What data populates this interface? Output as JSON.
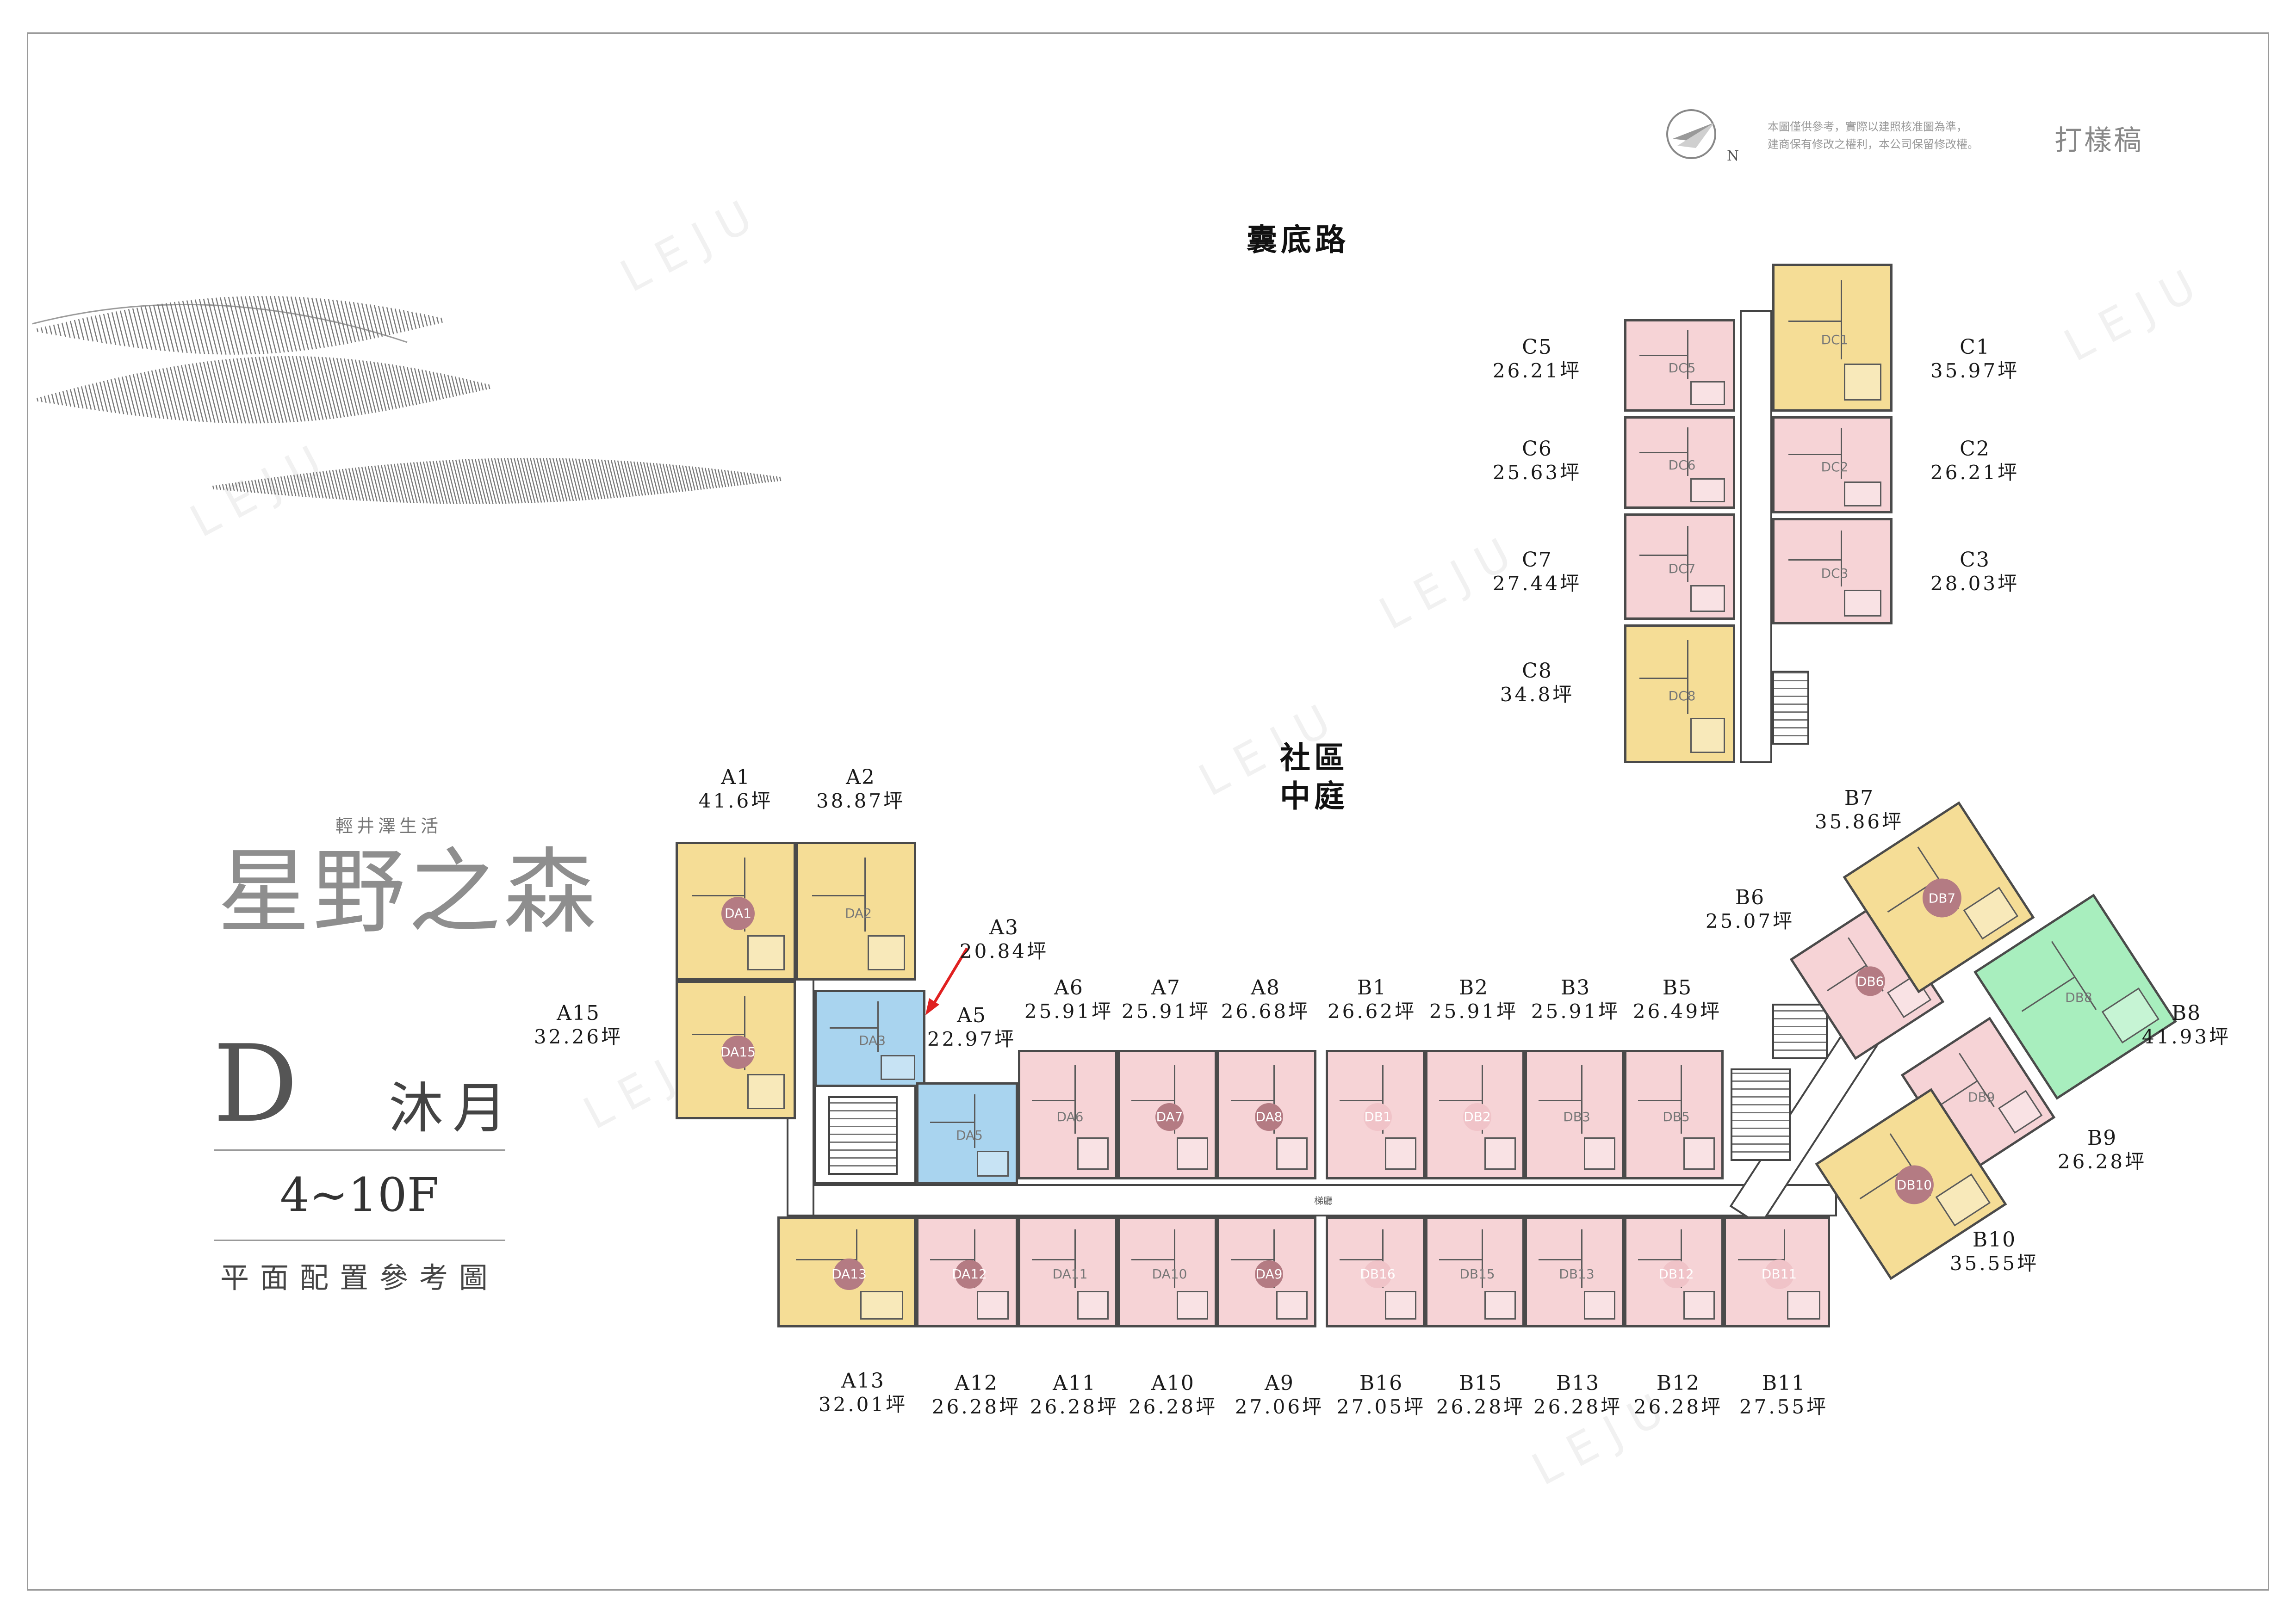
{
  "project": {
    "subtitle": "輕井澤生活",
    "name": "星野之森",
    "building_letter": "D",
    "building_name": "沐月",
    "floors": "4~10F",
    "plan_caption": "平面配置參考圖"
  },
  "disclaimer": {
    "line1": "本圖僅供參考，實際以建照核准圖為準，",
    "line2": "建商保有修改之權利，本公司保留修改權。",
    "stamp": "打樣稿",
    "north": "N"
  },
  "roads": {
    "top": "囊底路",
    "courtyard_line1": "社區",
    "courtyard_line2": "中庭"
  },
  "corridor_label": "梯廳",
  "watermark": "LEJU",
  "colors": {
    "pink": "#f6d3d6",
    "yellow": "#f5dd96",
    "blue": "#a9d4ef",
    "green": "#a8eebe",
    "badge_dark": "#b47b83",
    "badge_light": "#f0c3c8",
    "wall": "#444444"
  },
  "labels": [
    {
      "code": "A1",
      "area": "41.6坪"
    },
    {
      "code": "A2",
      "area": "38.87坪"
    },
    {
      "code": "A3",
      "area": "20.84坪"
    },
    {
      "code": "A5",
      "area": "22.97坪"
    },
    {
      "code": "A15",
      "area": "32.26坪"
    },
    {
      "code": "A6",
      "area": "25.91坪"
    },
    {
      "code": "A7",
      "area": "25.91坪"
    },
    {
      "code": "A8",
      "area": "26.68坪"
    },
    {
      "code": "B1",
      "area": "26.62坪"
    },
    {
      "code": "B2",
      "area": "25.91坪"
    },
    {
      "code": "B3",
      "area": "25.91坪"
    },
    {
      "code": "B5",
      "area": "26.49坪"
    },
    {
      "code": "B6",
      "area": "25.07坪"
    },
    {
      "code": "B7",
      "area": "35.86坪"
    },
    {
      "code": "B8",
      "area": "41.93坪"
    },
    {
      "code": "B9",
      "area": "26.28坪"
    },
    {
      "code": "B10",
      "area": "35.55坪"
    },
    {
      "code": "A13",
      "area": "32.01坪"
    },
    {
      "code": "A12",
      "area": "26.28坪"
    },
    {
      "code": "A11",
      "area": "26.28坪"
    },
    {
      "code": "A10",
      "area": "26.28坪"
    },
    {
      "code": "A9",
      "area": "27.06坪"
    },
    {
      "code": "B16",
      "area": "27.05坪"
    },
    {
      "code": "B15",
      "area": "26.28坪"
    },
    {
      "code": "B13",
      "area": "26.28坪"
    },
    {
      "code": "B12",
      "area": "26.28坪"
    },
    {
      "code": "B11",
      "area": "27.55坪"
    },
    {
      "code": "C1",
      "area": "35.97坪"
    },
    {
      "code": "C2",
      "area": "26.21坪"
    },
    {
      "code": "C3",
      "area": "28.03坪"
    },
    {
      "code": "C5",
      "area": "26.21坪"
    },
    {
      "code": "C6",
      "area": "25.63坪"
    },
    {
      "code": "C7",
      "area": "27.44坪"
    },
    {
      "code": "C8",
      "area": "34.8坪"
    }
  ],
  "units": [
    {
      "id": "DA1",
      "color": "yellow",
      "badge": "dark"
    },
    {
      "id": "DA2",
      "color": "yellow",
      "badge": "none"
    },
    {
      "id": "DA3",
      "color": "blue",
      "badge": "none"
    },
    {
      "id": "DA5",
      "color": "blue",
      "badge": "none"
    },
    {
      "id": "DA15",
      "color": "yellow",
      "badge": "dark"
    },
    {
      "id": "DA6",
      "color": "pink",
      "badge": "none"
    },
    {
      "id": "DA7",
      "color": "pink",
      "badge": "dark"
    },
    {
      "id": "DA8",
      "color": "pink",
      "badge": "dark"
    },
    {
      "id": "DB1",
      "color": "pink",
      "badge": "light"
    },
    {
      "id": "DB2",
      "color": "pink",
      "badge": "light"
    },
    {
      "id": "DB3",
      "color": "pink",
      "badge": "none"
    },
    {
      "id": "DB5",
      "color": "pink",
      "badge": "none"
    },
    {
      "id": "DA13",
      "color": "yellow",
      "badge": "dark"
    },
    {
      "id": "DA12",
      "color": "pink",
      "badge": "dark"
    },
    {
      "id": "DA11",
      "color": "pink",
      "badge": "none"
    },
    {
      "id": "DA10",
      "color": "pink",
      "badge": "none"
    },
    {
      "id": "DA9",
      "color": "pink",
      "badge": "dark"
    },
    {
      "id": "DB16",
      "color": "pink",
      "badge": "light"
    },
    {
      "id": "DB15",
      "color": "pink",
      "badge": "none"
    },
    {
      "id": "DB13",
      "color": "pink",
      "badge": "none"
    },
    {
      "id": "DB12",
      "color": "pink",
      "badge": "light"
    },
    {
      "id": "DB11",
      "color": "pink",
      "badge": "light"
    },
    {
      "id": "DB6",
      "color": "pink",
      "badge": "dark"
    },
    {
      "id": "DB7",
      "color": "yellow",
      "badge": "dark"
    },
    {
      "id": "DB8",
      "color": "green",
      "badge": "none"
    },
    {
      "id": "DB9",
      "color": "pink",
      "badge": "none"
    },
    {
      "id": "DB10",
      "color": "yellow",
      "badge": "dark"
    },
    {
      "id": "DC1",
      "color": "yellow",
      "badge": "none"
    },
    {
      "id": "DC2",
      "color": "pink",
      "badge": "none"
    },
    {
      "id": "DC3",
      "color": "pink",
      "badge": "none"
    },
    {
      "id": "DC5",
      "color": "pink",
      "badge": "none"
    },
    {
      "id": "DC6",
      "color": "pink",
      "badge": "none"
    },
    {
      "id": "DC7",
      "color": "pink",
      "badge": "none"
    },
    {
      "id": "DC8",
      "color": "yellow",
      "badge": "none"
    }
  ]
}
